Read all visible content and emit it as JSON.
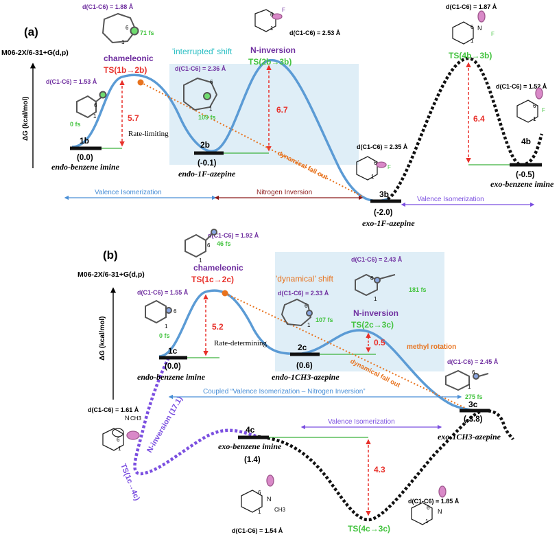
{
  "panel_a": {
    "label": "(a)",
    "method": "M06-2X/6-31+G(d,p)",
    "y_axis": "ΔG (kcal/mol)",
    "species": [
      {
        "id": "1b",
        "energy": "(0.0)",
        "name": "endo-benzene imine",
        "d": "d(C1-C6) = 1.53 Å",
        "time": "0 fs"
      },
      {
        "id": "2b",
        "energy": "(-0.1)",
        "name": "endo-1F-azepine",
        "d": "d(C1-C6) = 2.36 Å",
        "time": "109 fs"
      },
      {
        "id": "3b",
        "energy": "(-2.0)",
        "name": "exo-1F-azepine",
        "d": "d(C1-C6) = 2.35 Å"
      },
      {
        "id": "4b",
        "energy": "(-0.5)",
        "name": "exo-benzene imine",
        "d": "d(C1-C6) = 1.52 Å"
      }
    ],
    "ts": [
      {
        "tag": "chameleonic",
        "name": "TS(1b→2b)",
        "d": "d(C1-C6) = 1.88 Å",
        "time": "71 fs",
        "barrier": "5.7",
        "note": "Rate-limiting"
      },
      {
        "tag": "N-inversion",
        "name": "TS(2b→3b)",
        "d": "d(C1-C6) = 2.53 Å",
        "barrier": "6.7"
      },
      {
        "name": "TS(4b→3b)",
        "d": "d(C1-C6) = 1.87 Å",
        "barrier": "6.4"
      }
    ],
    "shift_label": "'interrupted' shift",
    "fallout": "dynamical fall out",
    "arrows": [
      "Valence Isomerization",
      "Nitrogen Inversion",
      "Valence Isomerization"
    ]
  },
  "panel_b": {
    "label": "(b)",
    "method": "M06-2X/6-31+G(d,p)",
    "y_axis": "ΔG (kcal/mol)",
    "species": [
      {
        "id": "1c",
        "energy": "(0.0)",
        "name": "endo-benzene imine",
        "d": "d(C1-C6) = 1.55 Å",
        "time": "0 fs"
      },
      {
        "id": "2c",
        "energy": "(0.6)",
        "name": "endo-1CH3-azepine",
        "d": "d(C1-C6) = 2.33 Å",
        "time": "107 fs"
      },
      {
        "id": "3c",
        "energy": "(-3.8)",
        "name": "exo-1CH3-azepine",
        "d": "d(C1-C6) = 2.45 Å",
        "time": "275 fs"
      },
      {
        "id": "4c",
        "energy": "(1.4)",
        "name": "exo-benzene imine",
        "d": "d(C1-C6) = 1.54 Å"
      }
    ],
    "ts": [
      {
        "tag": "chameleonic",
        "name": "TS(1c→2c)",
        "d": "d(C1-C6) = 1.92 Å",
        "time": "46 fs",
        "barrier": "5.2",
        "note": "Rate-determining"
      },
      {
        "tag": "N-inversion",
        "name": "TS(2c→3c)",
        "d": "d(C1-C6) = 2.43 Å",
        "time": "181 fs",
        "barrier": "0.5"
      },
      {
        "name": "TS(4c→3c)",
        "d": "d(C1-C6) = 1.85 Å",
        "barrier": "4.3"
      },
      {
        "name": "TS(1c→4c)",
        "d": "d(C1-C6) = 1.61 Å",
        "note": "N-inversion (17.1)"
      }
    ],
    "shift_label": "'dynamical' shift",
    "fallout": "dynamical fall out",
    "methyl": "methyl rotation",
    "arrows": [
      "Coupled “Valence Isomerization – Nitrogen Inversion”",
      "Valence Isomerization"
    ]
  },
  "atoms": {
    "six": "6",
    "one": "1",
    "n": "N",
    "f": "F",
    "ch3": "CH3"
  },
  "colors": {
    "curve": "#5b9bd5",
    "ts_name": "#43c33f",
    "tag": "#7030a0",
    "barrier": "#e8312b",
    "fallout": "#e8731e",
    "shade": "#dfeef7"
  }
}
